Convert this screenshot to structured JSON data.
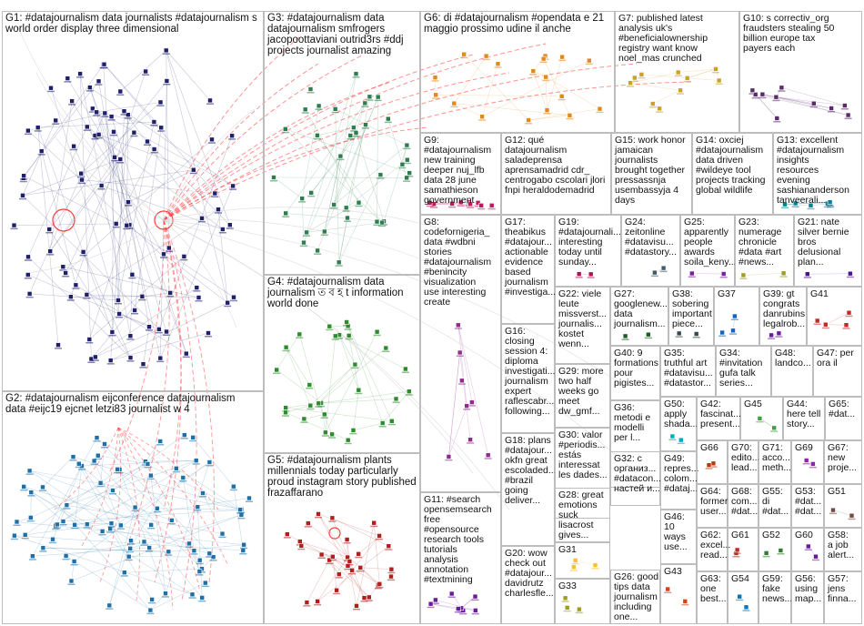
{
  "colors": {
    "background": "#ffffff",
    "cell_border": "#bdbdbd",
    "edge_default": "#d6d6d6",
    "edge_highlight": "#ff3b3b",
    "label_text": "#111111"
  },
  "groups": [
    {
      "id": "G1",
      "label_lines": [
        "G1: #datajournalism data journalists #datajournalism s",
        "world order display three dimensional"
      ],
      "color": "#1f1f6b",
      "icon": "node-square-icon",
      "nodes": 95
    },
    {
      "id": "G2",
      "label_lines": [
        "G2: #datajournalism eijconference datajournalism",
        "data #eijc19 ejcnet letzi83 journalist w 4"
      ],
      "color": "#1f6fa8",
      "icon": "node-square-icon",
      "nodes": 80
    },
    {
      "id": "G3",
      "label_lines": [
        "G3: #datajournalism data",
        "datajournalism smfrogers",
        "jacopoottaviani outrid3rs #ddj",
        "projects journalist amazing"
      ],
      "color": "#2e7d4f",
      "icon": "node-square-icon",
      "nodes": 38
    },
    {
      "id": "G4",
      "label_lines": [
        "G4: #datajournalism data",
        "journalism ত ব হ t information",
        "world done"
      ],
      "color": "#2e8b2e",
      "icon": "node-square-icon",
      "nodes": 30
    },
    {
      "id": "G5",
      "label_lines": [
        "G5: #datajournalism plants",
        "millennials today particularly",
        "proud instagram story published",
        "frazaffarano"
      ],
      "color": "#b01e1e",
      "icon": "node-square-icon",
      "nodes": 30
    },
    {
      "id": "G6",
      "label_lines": [
        "G6: di #datajournalism #opendata e 21",
        "maggio prossimo udine il anche"
      ],
      "color": "#e08a1e",
      "icon": "node-square-icon",
      "nodes": 18
    },
    {
      "id": "G7",
      "label_lines": [
        "G7: published latest",
        "analysis uk's",
        "#beneficialownership",
        "registry want know",
        "noel_mas crunched"
      ],
      "color": "#c9a227",
      "icon": "node-square-icon",
      "nodes": 10
    },
    {
      "id": "G10",
      "label_lines": [
        "G10: s correctiv_org",
        "fraudsters stealing 50",
        "billion europe tax",
        "payers each"
      ],
      "color": "#5a2a6b",
      "icon": "node-square-icon",
      "nodes": 10
    },
    {
      "id": "G9",
      "label_lines": [
        "G9:",
        "#datajournalism",
        "new training",
        "deeper nuj_lfb",
        "data 28 june",
        "samathieson",
        "government"
      ],
      "color": "#c2185b",
      "icon": "node-square-icon",
      "nodes": 9
    },
    {
      "id": "G12",
      "label_lines": [
        "G12: qué",
        "datajournalism",
        "saladeprensa",
        "aprensamadrid cdr_",
        "centrogabo cscolari jlori",
        "fnpi heraldodemadrid"
      ],
      "color": "#607d8b",
      "icon": "node-square-icon",
      "nodes": 0
    },
    {
      "id": "G15",
      "label_lines": [
        "G15: work honor",
        "jamaican",
        "journalists",
        "brought together",
        "pressassnja",
        "usembassyja 4",
        "days"
      ],
      "color": "#555555",
      "icon": "node-square-icon",
      "nodes": 0
    },
    {
      "id": "G14",
      "label_lines": [
        "G14: oxciej",
        "#datajournalism",
        "data driven",
        "#wildeye tool",
        "projects tracking",
        "global wildlife"
      ],
      "color": "#3f51b5",
      "icon": "node-square-icon",
      "nodes": 0
    },
    {
      "id": "G13",
      "label_lines": [
        "G13: excellent",
        "#datajournalism",
        "insights",
        "resources",
        "evening",
        "sashiananderson",
        "tanveerali..."
      ],
      "color": "#00838f",
      "icon": "node-square-icon",
      "nodes": 6
    },
    {
      "id": "G8",
      "label_lines": [
        "G8:",
        "codeforniger­ia_",
        "data #wdbni",
        "stories",
        "#datajournalism",
        "#benincity",
        "visualization",
        "use interesting",
        "create"
      ],
      "color": "#8e2d8e",
      "icon": "node-square-icon",
      "nodes": 8
    },
    {
      "id": "G17",
      "label_lines": [
        "G17:",
        "theabikus",
        "#datajour...",
        "actionable",
        "evidence",
        "based",
        "journalism",
        "#investiga..."
      ],
      "color": "#6d4c41",
      "icon": "node-square-icon",
      "nodes": 0
    },
    {
      "id": "G19",
      "label_lines": [
        "G19:",
        "#datajournali...",
        "interesting",
        "today until",
        "sunday..."
      ],
      "color": "#ad1457",
      "icon": "node-square-icon",
      "nodes": 2
    },
    {
      "id": "G24",
      "label_lines": [
        "G24:",
        "zeitonline",
        "#datavisu...",
        "#datastory..."
      ],
      "color": "#455a64",
      "icon": "node-square-icon",
      "nodes": 2
    },
    {
      "id": "G25",
      "label_lines": [
        "G25:",
        "apparently",
        "people",
        "awards",
        "soila_keny..."
      ],
      "color": "#7b1fa2",
      "icon": "node-square-icon",
      "nodes": 2
    },
    {
      "id": "G23",
      "label_lines": [
        "G23:",
        "numerage",
        "chronicle",
        "#data #art",
        "#news..."
      ],
      "color": "#9e9d24",
      "icon": "node-square-icon",
      "nodes": 2
    },
    {
      "id": "G21",
      "label_lines": [
        "G21: nate",
        "silver bernie",
        "bros",
        "delusional",
        "plan..."
      ],
      "color": "#4a148c",
      "icon": "node-square-icon",
      "nodes": 2
    },
    {
      "id": "G16",
      "label_lines": [
        "G16:",
        "closing",
        "session 4:",
        "diploma",
        "investigati...",
        "journalism",
        "expert",
        "raflescabr...",
        "following..."
      ],
      "color": "#5d4037",
      "icon": "node-square-icon",
      "nodes": 0
    },
    {
      "id": "G22",
      "label_lines": [
        "G22: viele",
        "leute",
        "missverst...",
        "journalis...",
        "kostet",
        "wenn..."
      ],
      "color": "#795548",
      "icon": "node-square-icon",
      "nodes": 0
    },
    {
      "id": "G27",
      "label_lines": [
        "G27:",
        "googlenew...",
        "data",
        "journalism..."
      ],
      "color": "#1b5e20",
      "icon": "node-square-icon",
      "nodes": 2
    },
    {
      "id": "G38",
      "label_lines": [
        "G38:",
        "sobering",
        "important",
        "piece..."
      ],
      "color": "#37474f",
      "icon": "node-square-icon",
      "nodes": 2
    },
    {
      "id": "G37",
      "label_lines": [
        "G37"
      ],
      "color": "#1565c0",
      "icon": "node-square-icon",
      "nodes": 3
    },
    {
      "id": "G39",
      "label_lines": [
        "G39: gt",
        "congrats",
        "danrubins",
        "legalrob..."
      ],
      "color": "#6a1b9a",
      "icon": "node-square-icon",
      "nodes": 2
    },
    {
      "id": "G41",
      "label_lines": [
        "G41"
      ],
      "color": "#c62828",
      "icon": "node-square-icon",
      "nodes": 4
    },
    {
      "id": "G29",
      "label_lines": [
        "G29: more",
        "two half",
        "weeks go",
        "meet",
        "dw_gmf..."
      ],
      "color": "#00695c",
      "icon": "node-square-icon",
      "nodes": 0
    },
    {
      "id": "G40",
      "label_lines": [
        "G40: 9",
        "formations",
        "pour",
        "pigistes..."
      ],
      "color": "#827717",
      "icon": "node-square-icon",
      "nodes": 0
    },
    {
      "id": "G35",
      "label_lines": [
        "G35:",
        "truthful art",
        "#datavisu...",
        "#datastor..."
      ],
      "color": "#283593",
      "icon": "node-square-icon",
      "nodes": 0
    },
    {
      "id": "G34",
      "label_lines": [
        "G34:",
        "#invitation",
        "gufa talk",
        "series..."
      ],
      "color": "#4e342e",
      "icon": "node-square-icon",
      "nodes": 0
    },
    {
      "id": "G48",
      "label_lines": [
        "G48:",
        "landco..."
      ],
      "color": "#00897b",
      "icon": "node-square-icon",
      "nodes": 0
    },
    {
      "id": "G47",
      "label_lines": [
        "G47: per",
        "ora il"
      ],
      "color": "#e64a19",
      "icon": "node-square-icon",
      "nodes": 0
    },
    {
      "id": "G18",
      "label_lines": [
        "G18: plans",
        "#datajour...",
        "okfn great",
        "escoladed...",
        "#brazil",
        "going",
        "deliver..."
      ],
      "color": "#558b2f",
      "icon": "node-square-icon",
      "nodes": 0
    },
    {
      "id": "G30",
      "label_lines": [
        "G30: valor",
        "#periodis...",
        "estás",
        "interessat",
        "les dades..."
      ],
      "color": "#0277bd",
      "icon": "node-square-icon",
      "nodes": 0
    },
    {
      "id": "G36",
      "label_lines": [
        "G36:",
        "metodi e",
        "modelli",
        "per l..."
      ],
      "color": "#9c27b0",
      "icon": "node-square-icon",
      "nodes": 0
    },
    {
      "id": "G50",
      "label_lines": [
        "G50:",
        "apply",
        "shada..."
      ],
      "color": "#00acc1",
      "icon": "node-square-icon",
      "nodes": 2
    },
    {
      "id": "G42",
      "label_lines": [
        "G42:",
        "fascinat...",
        "present..."
      ],
      "color": "#f9a825",
      "icon": "node-square-icon",
      "nodes": 0
    },
    {
      "id": "G45",
      "label_lines": [
        "G45"
      ],
      "color": "#43a047",
      "icon": "node-square-icon",
      "nodes": 2
    },
    {
      "id": "G44",
      "label_lines": [
        "G44:",
        "here tell",
        "story..."
      ],
      "color": "#8d6e63",
      "icon": "node-square-icon",
      "nodes": 0
    },
    {
      "id": "G65",
      "label_lines": [
        "G65:",
        "#dat..."
      ],
      "color": "#1976d2",
      "icon": "node-square-icon",
      "nodes": 0
    },
    {
      "id": "G11",
      "label_lines": [
        "G11: #search",
        "opensemsearch",
        "free",
        "#opensource",
        "research tools",
        "tutorials",
        "analysis",
        "annotation",
        "#textmining"
      ],
      "color": "#6a1b9a",
      "icon": "node-square-icon",
      "nodes": 8
    },
    {
      "id": "G32",
      "label_lines": [
        "G32: с",
        "организ...",
        "#datacon...",
        "настей и..."
      ],
      "color": "#3949ab",
      "icon": "node-square-icon",
      "nodes": 0
    },
    {
      "id": "G49",
      "label_lines": [
        "G49:",
        "repres...",
        "colom...",
        "#dataj..."
      ],
      "color": "#c0ca33",
      "icon": "node-square-icon",
      "nodes": 0
    },
    {
      "id": "G66",
      "label_lines": [
        "G66"
      ],
      "color": "#bf360c",
      "icon": "node-square-icon",
      "nodes": 2
    },
    {
      "id": "G70",
      "label_lines": [
        "G70:",
        "edito...",
        "lead..."
      ],
      "color": "#1e88e5",
      "icon": "node-square-icon",
      "nodes": 0
    },
    {
      "id": "G71",
      "label_lines": [
        "G71:",
        "acco...",
        "meth..."
      ],
      "color": "#546e7a",
      "icon": "node-square-icon",
      "nodes": 0
    },
    {
      "id": "G69",
      "label_lines": [
        "G69"
      ],
      "color": "#8e24aa",
      "icon": "node-square-icon",
      "nodes": 2
    },
    {
      "id": "G67",
      "label_lines": [
        "G67:",
        "new",
        "proje..."
      ],
      "color": "#00796b",
      "icon": "node-square-icon",
      "nodes": 0
    },
    {
      "id": "G28",
      "label_lines": [
        "G28: great",
        "emotions",
        "suck",
        "lisacrost",
        "gives..."
      ],
      "color": "#ef6c00",
      "icon": "node-square-icon",
      "nodes": 0
    },
    {
      "id": "G64",
      "label_lines": [
        "G64:",
        "former",
        "user..."
      ],
      "color": "#5e35b1",
      "icon": "node-square-icon",
      "nodes": 0
    },
    {
      "id": "G68",
      "label_lines": [
        "G68:",
        "com...",
        "#dat..."
      ],
      "color": "#2e7d32",
      "icon": "node-square-icon",
      "nodes": 0
    },
    {
      "id": "G55",
      "label_lines": [
        "G55:",
        "di",
        "#dat..."
      ],
      "color": "#ad1457",
      "icon": "node-square-icon",
      "nodes": 0
    },
    {
      "id": "G53",
      "label_lines": [
        "G53:",
        "#dat...",
        "#dat..."
      ],
      "color": "#0097a7",
      "icon": "node-square-icon",
      "nodes": 0
    },
    {
      "id": "G51",
      "label_lines": [
        "G51"
      ],
      "color": "#6d4c41",
      "icon": "node-square-icon",
      "nodes": 2
    },
    {
      "id": "G20",
      "label_lines": [
        "G20: wow",
        "check out",
        "#datajour...",
        "davidrutz",
        "charlesfle..."
      ],
      "color": "#7cb342",
      "icon": "node-square-icon",
      "nodes": 0
    },
    {
      "id": "G31",
      "label_lines": [
        "G31"
      ],
      "color": "#fbc02d",
      "icon": "node-square-icon",
      "nodes": 3
    },
    {
      "id": "G46",
      "label_lines": [
        "G46:",
        "10",
        "ways",
        "use..."
      ],
      "color": "#3e2723",
      "icon": "node-square-icon",
      "nodes": 0
    },
    {
      "id": "G62",
      "label_lines": [
        "G62:",
        "excel...",
        "read..."
      ],
      "color": "#1565c0",
      "icon": "node-square-icon",
      "nodes": 0
    },
    {
      "id": "G61",
      "label_lines": [
        "G61"
      ],
      "color": "#c62828",
      "icon": "node-square-icon",
      "nodes": 2
    },
    {
      "id": "G52",
      "label_lines": [
        "G52"
      ],
      "color": "#2e7d32",
      "icon": "node-square-icon",
      "nodes": 2
    },
    {
      "id": "G60",
      "label_lines": [
        "G60"
      ],
      "color": "#6a1b9a",
      "icon": "node-square-icon",
      "nodes": 2
    },
    {
      "id": "G58",
      "label_lines": [
        "G58:",
        "a job",
        "alert..."
      ],
      "color": "#00838f",
      "icon": "node-square-icon",
      "nodes": 0
    },
    {
      "id": "G26",
      "label_lines": [
        "G26: good",
        "tips data",
        "journalism",
        "including",
        "one..."
      ],
      "color": "#4527a0",
      "icon": "node-square-icon",
      "nodes": 0
    },
    {
      "id": "G33",
      "label_lines": [
        "G33"
      ],
      "color": "#9e9d24",
      "icon": "node-square-icon",
      "nodes": 3
    },
    {
      "id": "G43",
      "label_lines": [
        "G43"
      ],
      "color": "#d84315",
      "icon": "node-square-icon",
      "nodes": 2
    },
    {
      "id": "G63",
      "label_lines": [
        "G63:",
        "one",
        "best..."
      ],
      "color": "#455a64",
      "icon": "node-square-icon",
      "nodes": 0
    },
    {
      "id": "G54",
      "label_lines": [
        "G54"
      ],
      "color": "#0277bd",
      "icon": "node-square-icon",
      "nodes": 2
    },
    {
      "id": "G59",
      "label_lines": [
        "G59:",
        "fake",
        "news..."
      ],
      "color": "#8d6e63",
      "icon": "node-square-icon",
      "nodes": 0
    },
    {
      "id": "G56",
      "label_lines": [
        "G56:",
        "using",
        "map..."
      ],
      "color": "#5c6bc0",
      "icon": "node-square-icon",
      "nodes": 0
    },
    {
      "id": "G57",
      "label_lines": [
        "G57:",
        "jens",
        "finna..."
      ],
      "color": "#ec407a",
      "icon": "node-square-icon",
      "nodes": 0
    }
  ]
}
